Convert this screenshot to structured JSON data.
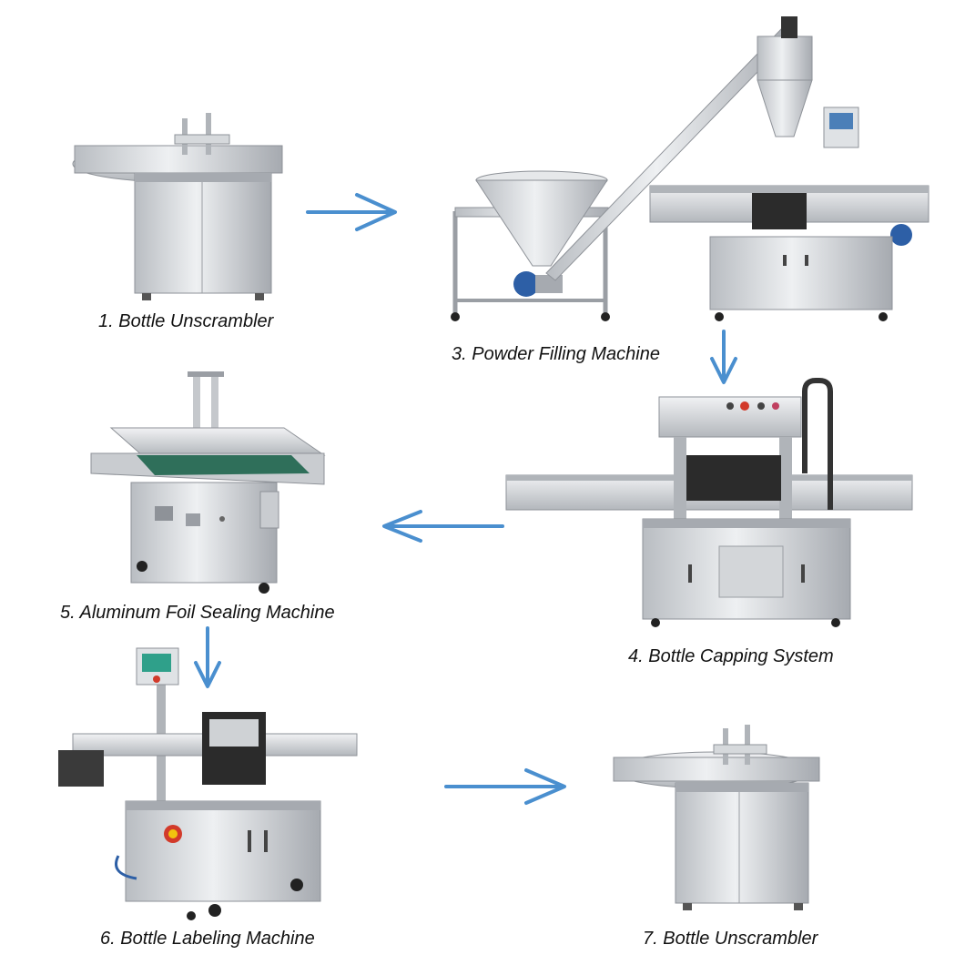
{
  "colors": {
    "arrow": "#4a8fcf",
    "steel": "#c9ccd0",
    "steel_dark": "#8e9298",
    "steel_light": "#e8eaec",
    "belt": "#2f6f5a",
    "motor": "#2d5fa6",
    "red": "#d23a2a",
    "caption": "#111111"
  },
  "steps": [
    {
      "label": "1. Bottle Unscrambler",
      "machine": "bottle-unscrambler"
    },
    {
      "label": "3. Powder Filling Machine",
      "machine": "powder-filling-machine"
    },
    {
      "label": "4. Bottle Capping System",
      "machine": "bottle-capping-system"
    },
    {
      "label": "5. Aluminum Foil Sealing Machine",
      "machine": "aluminum-foil-sealing-machine"
    },
    {
      "label": "6. Bottle Labeling Machine",
      "machine": "bottle-labeling-machine"
    },
    {
      "label": "7. Bottle Unscrambler",
      "machine": "bottle-unscrambler"
    }
  ],
  "arrows": [
    {
      "from": "1. Bottle Unscrambler",
      "to": "3. Powder Filling Machine",
      "direction": "right"
    },
    {
      "from": "3. Powder Filling Machine",
      "to": "4. Bottle Capping System",
      "direction": "down"
    },
    {
      "from": "4. Bottle Capping System",
      "to": "5. Aluminum Foil Sealing Machine",
      "direction": "left"
    },
    {
      "from": "5. Aluminum Foil Sealing Machine",
      "to": "6. Bottle Labeling Machine",
      "direction": "down"
    },
    {
      "from": "6. Bottle Labeling Machine",
      "to": "7. Bottle Unscrambler",
      "direction": "right"
    }
  ]
}
